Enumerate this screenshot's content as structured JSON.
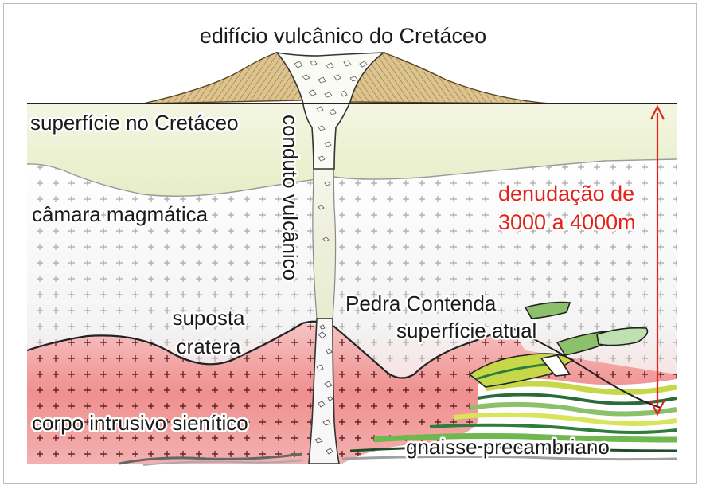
{
  "labels": {
    "edifice": "edifício vulcânico do Cretáceo",
    "surface_cretaceous": "superfície no Cretáceo",
    "magma_chamber": "câmara magmática",
    "conduit": "conduto vulcânico",
    "crater_line1": "suposta",
    "crater_line2": "cratera",
    "pedra_contenda": "Pedra Contenda",
    "current_surface": "superfície atual",
    "intrusive_body": "corpo intrusivo sienítico",
    "gneiss": "gnaisse precambriano",
    "denudation_line1": "denudação de",
    "denudation_line2": "3000 a 4000m"
  },
  "colors": {
    "cone_fill": "#d9c08a",
    "cone_hatch": "#8a6a3a",
    "cretaceous_band": "#eef2d4",
    "magma_chamber": "#f3f3f3",
    "plus_marks": "#9a9a9a",
    "intrusive_pink": "#f08c8c",
    "gneiss_green": "#5aa84a",
    "gneiss_lime": "#c6d84a",
    "red_arrow": "#e32219"
  }
}
